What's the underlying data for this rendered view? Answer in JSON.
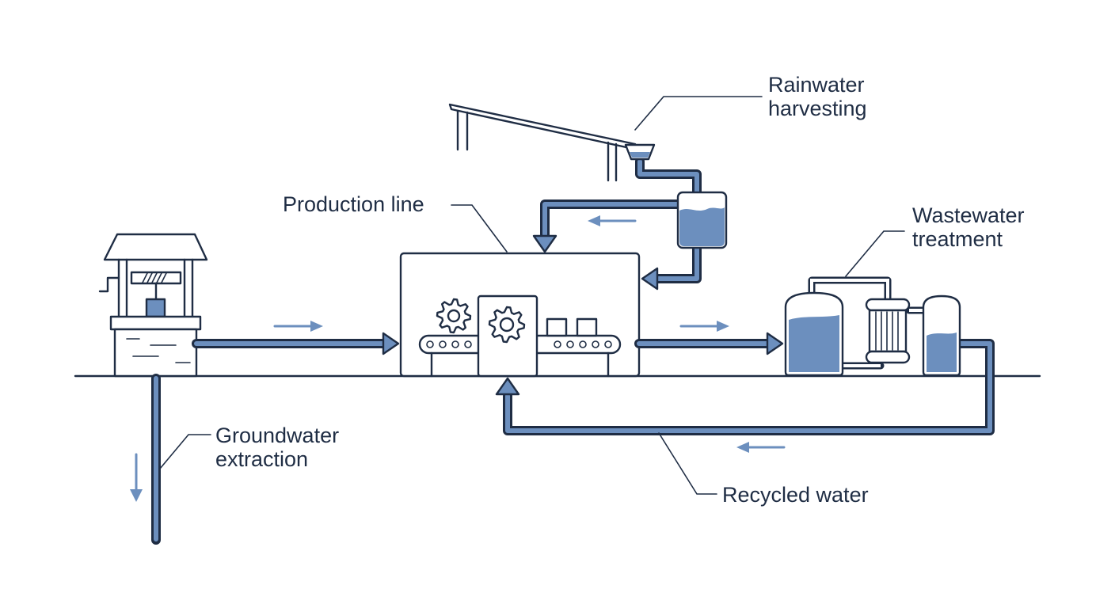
{
  "labels": {
    "rainwater": [
      "Rainwater",
      "harvesting"
    ],
    "production": "Production line",
    "wastewater": [
      "Wastewater",
      "treatment"
    ],
    "groundwater": [
      "Groundwater",
      "extraction"
    ],
    "recycled": "Recycled water"
  },
  "colors": {
    "outline": "#1f2d44",
    "water": "#6c8fbe",
    "background": "#ffffff"
  }
}
